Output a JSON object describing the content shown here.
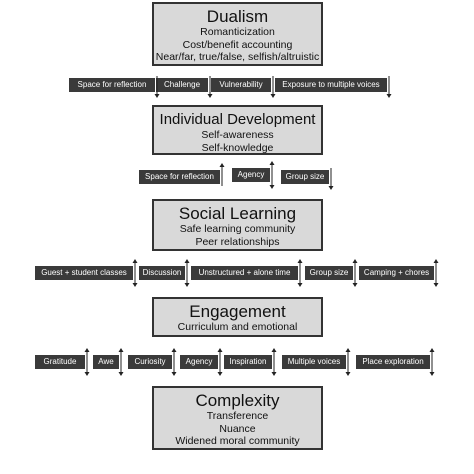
{
  "stages": [
    {
      "title": "Dualism",
      "lines": [
        "Romanticization",
        "Cost/benefit accounting",
        "Near/far, true/false, selfish/altruistic"
      ]
    },
    {
      "title": "Individual Development",
      "lines": [
        "Self-awareness",
        "Self-knowledge"
      ]
    },
    {
      "title": "Social Learning",
      "lines": [
        "Safe learning community",
        "Peer relationships"
      ]
    },
    {
      "title": "Engagement",
      "lines": [
        "Curriculum and emotional"
      ]
    },
    {
      "title": "Complexity",
      "lines": [
        "Transference",
        "Nuance",
        "Widened moral community"
      ]
    }
  ],
  "factor_rows": [
    {
      "factors": [
        {
          "label": "Space for reflection",
          "arrow": "down"
        },
        {
          "label": "Challenge",
          "arrow": "down"
        },
        {
          "label": "Vulnerability",
          "arrow": "down"
        },
        {
          "label": "Exposure to multiple voices",
          "arrow": "down"
        }
      ]
    },
    {
      "factors": [
        {
          "label": "Space for reflection",
          "arrow": "up"
        },
        {
          "label": "Agency",
          "arrow": "both"
        },
        {
          "label": "Group size",
          "arrow": "down"
        }
      ]
    },
    {
      "factors": [
        {
          "label": "Guest + student classes",
          "arrow": "both"
        },
        {
          "label": "Discussion",
          "arrow": "both"
        },
        {
          "label": "Unstructured + alone time",
          "arrow": "both"
        },
        {
          "label": "Group size",
          "arrow": "both"
        },
        {
          "label": "Camping + chores",
          "arrow": "both"
        }
      ]
    },
    {
      "factors": [
        {
          "label": "Gratitude",
          "arrow": "both"
        },
        {
          "label": "Awe",
          "arrow": "both"
        },
        {
          "label": "Curiosity",
          "arrow": "both"
        },
        {
          "label": "Agency",
          "arrow": "both"
        },
        {
          "label": "Inspiration",
          "arrow": "both"
        },
        {
          "label": "Multiple voices",
          "arrow": "both"
        },
        {
          "label": "Place exploration",
          "arrow": "both"
        }
      ]
    }
  ]
}
